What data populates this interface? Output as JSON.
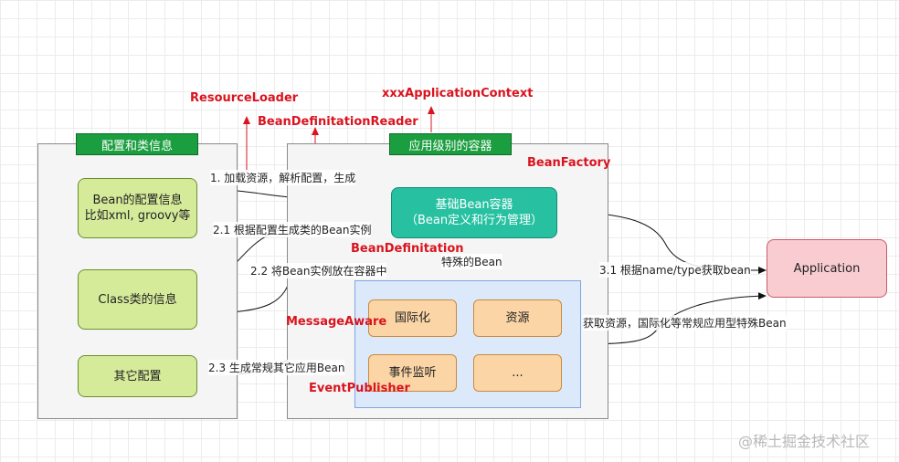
{
  "panels": {
    "config": {
      "title": "配置和类信息"
    },
    "container": {
      "title": "应用级别的容器"
    }
  },
  "nodes": {
    "bean_config": {
      "line1": "Bean的配置信息",
      "line2": "比如xml, groovy等"
    },
    "class_info": {
      "label": "Class类的信息"
    },
    "other_config": {
      "label": "其它配置"
    },
    "bean_container": {
      "line1": "基础Bean容器",
      "line2": "（Bean定义和行为管理）"
    },
    "i18n": {
      "label": "国际化"
    },
    "resource": {
      "label": "资源"
    },
    "event_listen": {
      "label": "事件监听"
    },
    "ellipsis": {
      "label": "..."
    },
    "application": {
      "label": "Application"
    }
  },
  "red_labels": {
    "resource_loader": "ResourceLoader",
    "bean_def_reader": "BeanDefinitationReader",
    "xxx_app_context": "xxxApplicationContext",
    "bean_factory": "BeanFactory",
    "bean_definitation": "BeanDefinitation",
    "message_aware": "MessageAware",
    "event_publisher": "EventPublisher"
  },
  "edge_labels": {
    "e1": "1. 加载资源，解析配置，生成",
    "e21": "2.1  根据配置生成类的Bean实例",
    "e22": "2.2 将Bean实例放在容器中",
    "special": "特殊的Bean",
    "e23": "2.3 生成常规其它应用Bean",
    "e31": "3.1 根据name/type获取bean",
    "get_res": "获取资源，国际化等常规应用型特殊Bean"
  },
  "watermark": "@稀土掘金技术社区",
  "colors": {
    "tag_green": "#1a9e3f",
    "node_green": "#d5eb9a",
    "node_teal": "#27c1a2",
    "node_orange": "#fbd5a6",
    "node_pink": "#f8ccd0",
    "sub_blue": "#dce9fb",
    "label_red": "#d9141f"
  }
}
